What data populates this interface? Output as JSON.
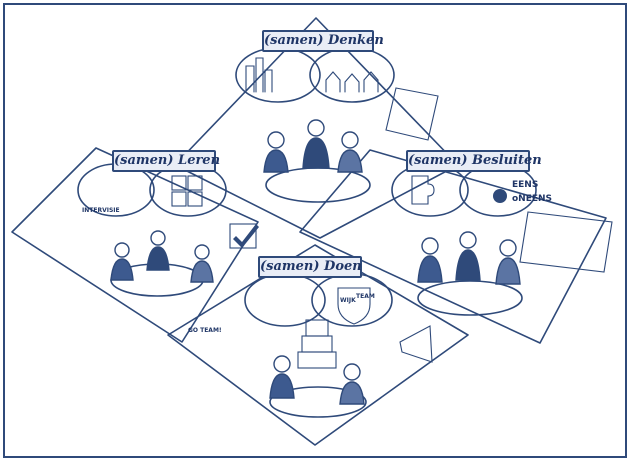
{
  "sections": {
    "denken": {
      "label": "(samen) Denken"
    },
    "leren": {
      "label": "(samen) Leren",
      "intervisie": "INTERVISIE"
    },
    "besluiten": {
      "label": "(samen) Besluiten",
      "eens": "EENS",
      "oneens": "oNEENS"
    },
    "doen": {
      "label": "(samen) Doen",
      "go_team": "GO TEAM!",
      "shield_top": "WIJK",
      "shield_right": "TEAM"
    }
  },
  "colors": {
    "ink": "#2f4a7a",
    "fill": "#e9edf6",
    "frame": "#2f4a7a"
  }
}
